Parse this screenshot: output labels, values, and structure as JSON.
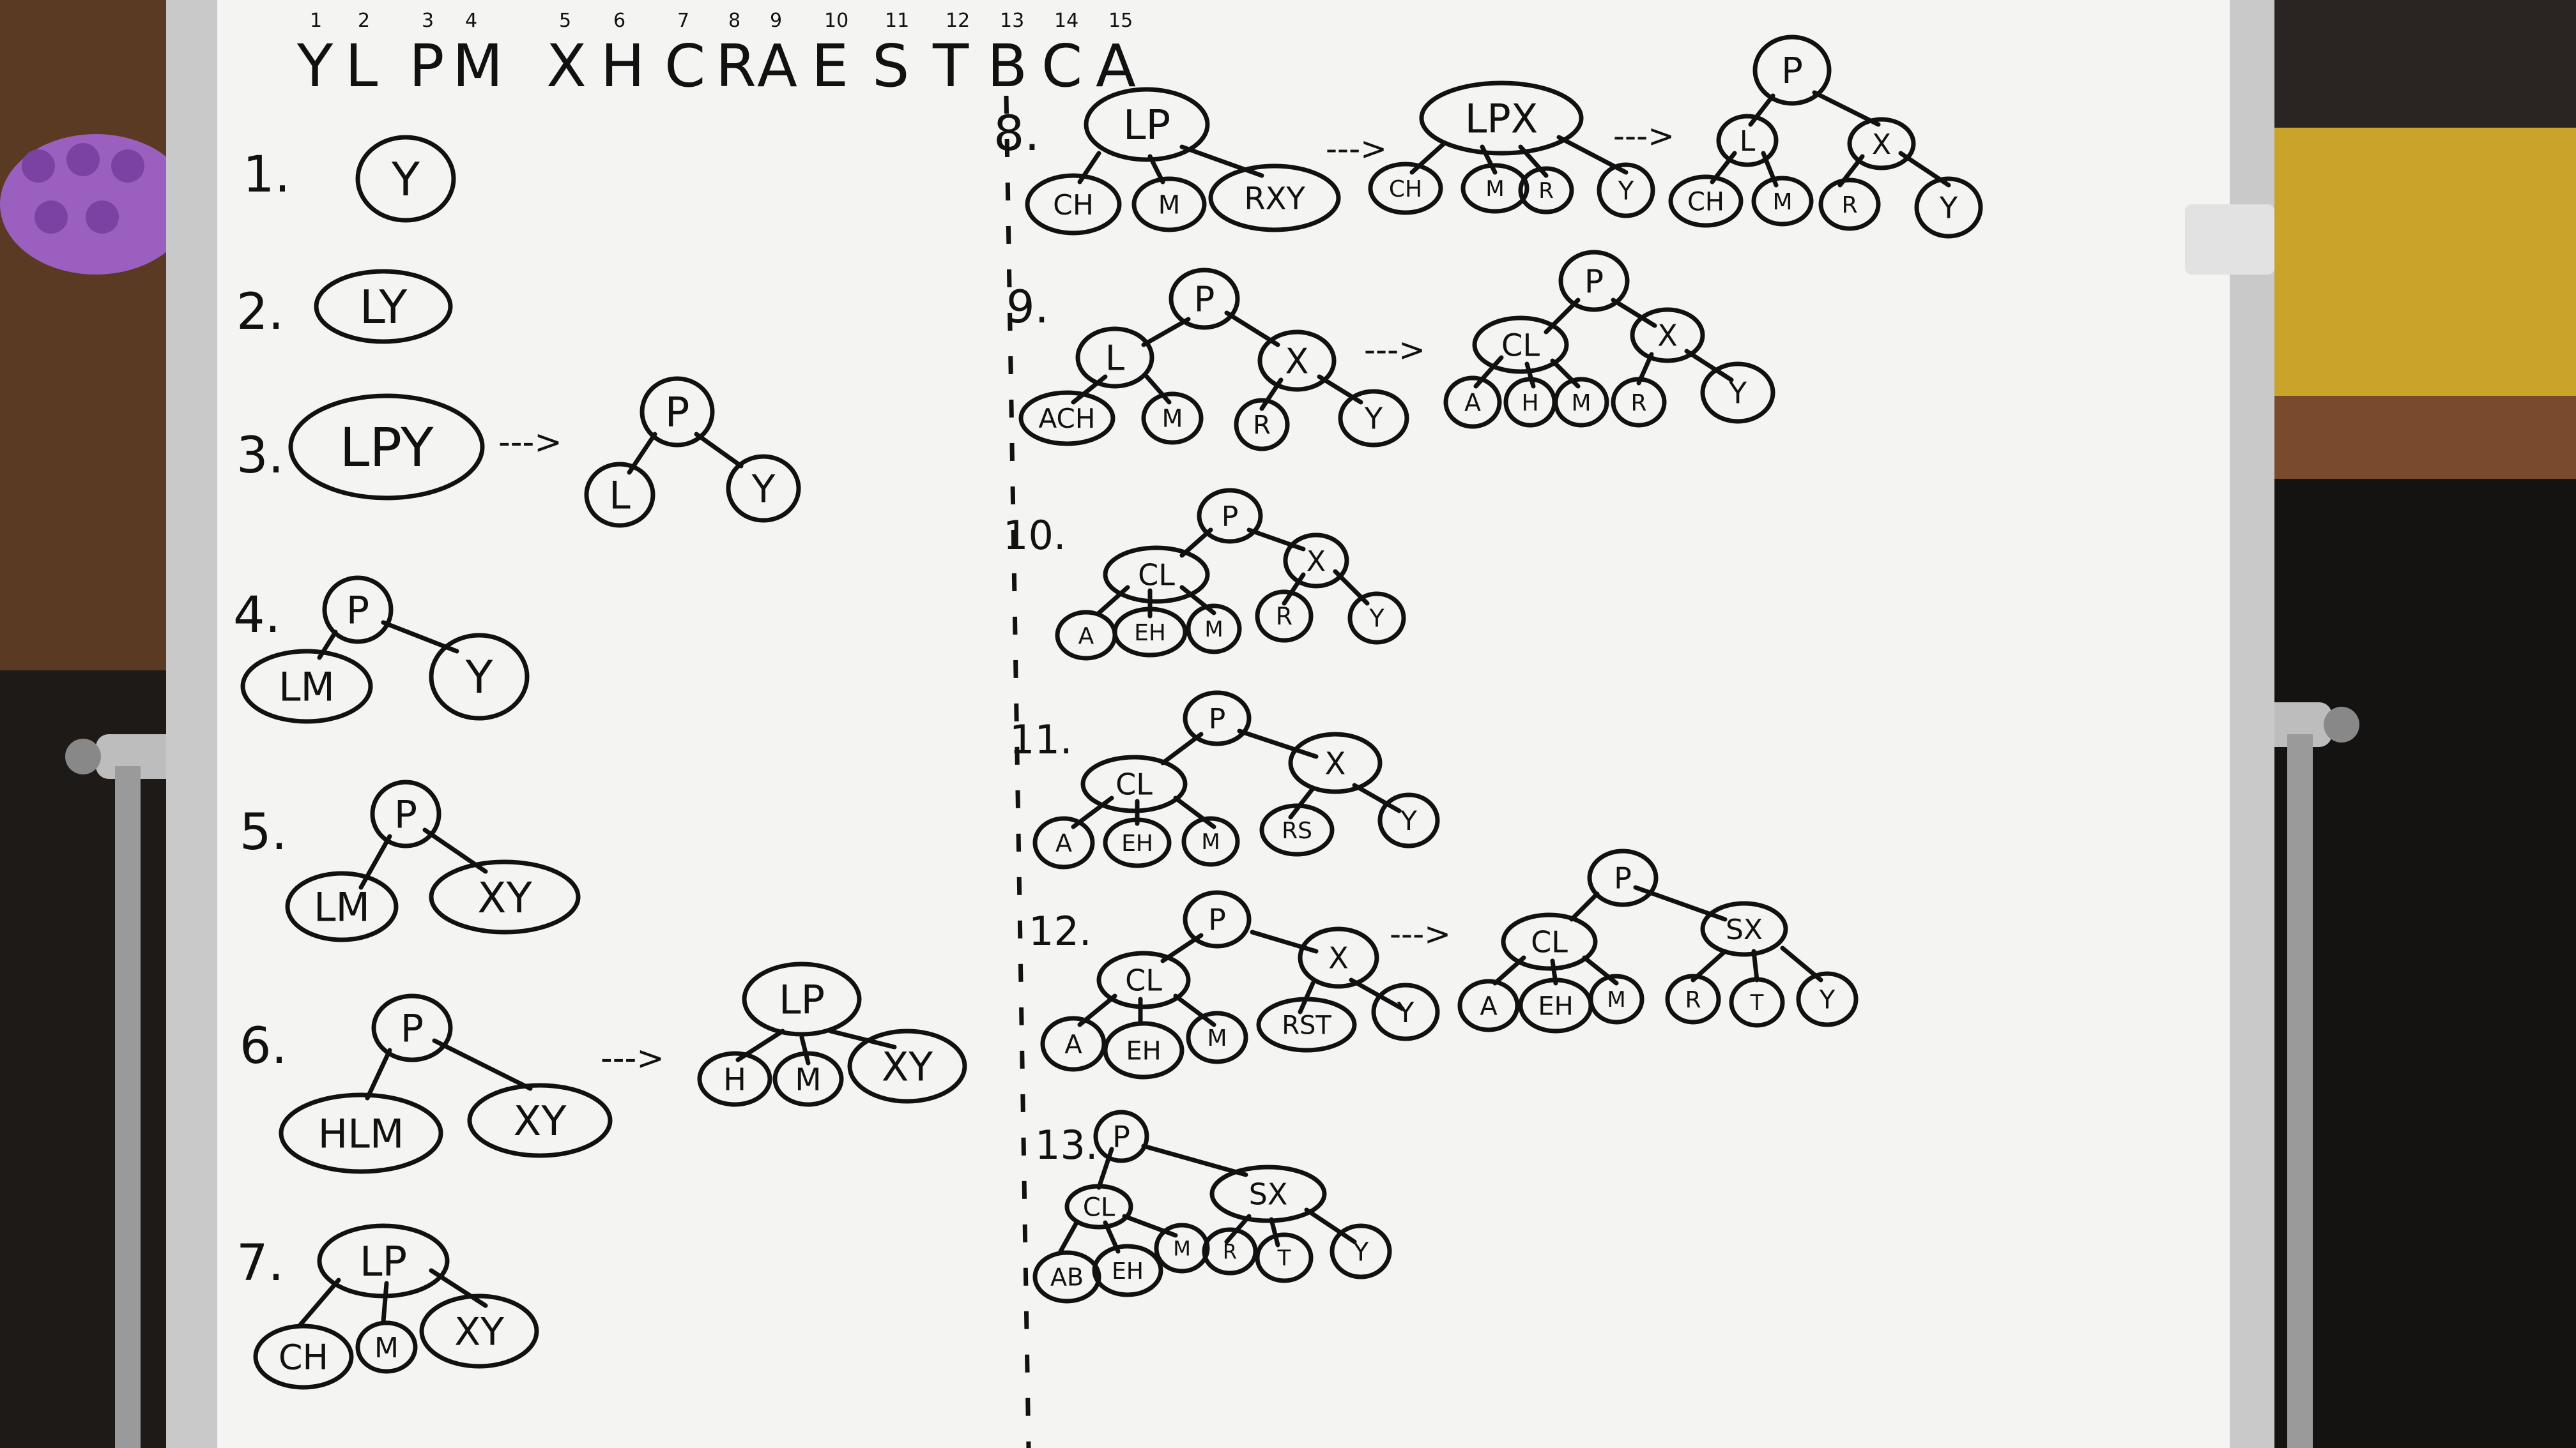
{
  "sequence": {
    "indices": [
      "1",
      "2",
      "3",
      "4",
      "5",
      "6",
      "7",
      "8",
      "9",
      "10",
      "11",
      "12",
      "13",
      "14",
      "15"
    ],
    "letters": [
      "Y",
      "L",
      "P",
      "M",
      "X",
      "H",
      "C",
      "R",
      "A",
      "E",
      "S",
      "T",
      "B",
      "C",
      "A"
    ]
  },
  "steps": [
    {
      "label": "1."
    },
    {
      "label": "2."
    },
    {
      "label": "3."
    },
    {
      "label": "4."
    },
    {
      "label": "5."
    },
    {
      "label": "6."
    },
    {
      "label": "7."
    },
    {
      "label": "8."
    },
    {
      "label": "9."
    },
    {
      "label": "10."
    },
    {
      "label": "11."
    },
    {
      "label": "12."
    },
    {
      "label": "13."
    }
  ],
  "arrow_text": "--->",
  "nodes": {
    "s1": [
      "Y"
    ],
    "s2": [
      "LY"
    ],
    "s3": [
      "LPY",
      "P",
      "L",
      "Y"
    ],
    "s4": [
      "P",
      "LM",
      "Y"
    ],
    "s5": [
      "P",
      "LM",
      "XY"
    ],
    "s6": [
      "P",
      "HLM",
      "XY",
      "LP",
      "H",
      "M",
      "XY"
    ],
    "s7": [
      "LP",
      "CH",
      "M",
      "XY"
    ],
    "s8": [
      "LP",
      "CH",
      "M",
      "RXY",
      "LPX",
      "CH",
      "M",
      "R",
      "Y",
      "P",
      "L",
      "X",
      "CH",
      "M",
      "R",
      "Y"
    ],
    "s9": [
      "P",
      "L",
      "X",
      "ACH",
      "M",
      "R",
      "Y",
      "P",
      "CL",
      "X",
      "A",
      "H",
      "M",
      "R",
      "Y"
    ],
    "s10": [
      "P",
      "CL",
      "X",
      "A",
      "EH",
      "M",
      "R",
      "Y"
    ],
    "s11": [
      "P",
      "CL",
      "X",
      "A",
      "EH",
      "M",
      "RS",
      "Y"
    ],
    "s12": [
      "P",
      "CL",
      "X",
      "A",
      "EH",
      "M",
      "RST",
      "Y",
      "P",
      "CL",
      "SX",
      "A",
      "EH",
      "M",
      "R",
      "T",
      "Y"
    ],
    "s13": [
      "P",
      "CL",
      "SX",
      "AB",
      "EH",
      "M",
      "R",
      "T",
      "Y"
    ]
  },
  "colors": {
    "board": "#f4f4f2",
    "ink": "#111111",
    "frame": "#c9c9c9",
    "wood": "#5a3a22",
    "toy": "#9b5fc0"
  }
}
